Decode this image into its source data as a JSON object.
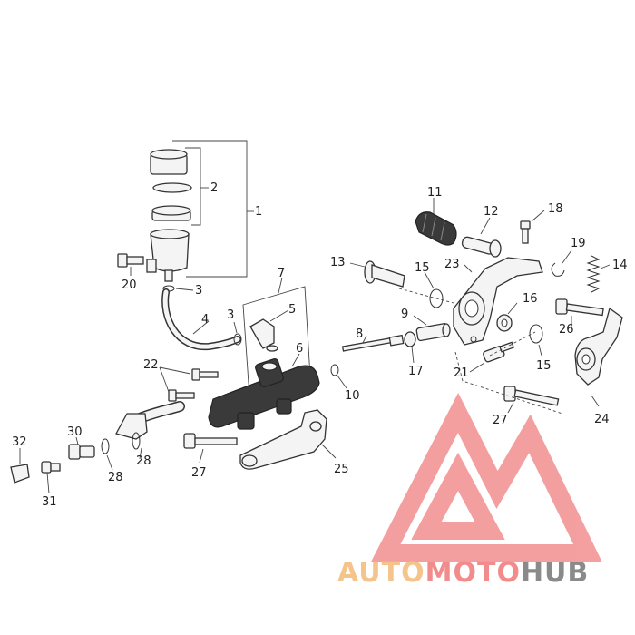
{
  "diagram": {
    "callouts": [
      {
        "id": "1",
        "text": "1"
      },
      {
        "id": "2",
        "text": "2"
      },
      {
        "id": "3a",
        "text": "3"
      },
      {
        "id": "3b",
        "text": "3"
      },
      {
        "id": "4",
        "text": "4"
      },
      {
        "id": "5",
        "text": "5"
      },
      {
        "id": "6",
        "text": "6"
      },
      {
        "id": "7",
        "text": "7"
      },
      {
        "id": "8",
        "text": "8"
      },
      {
        "id": "9",
        "text": "9"
      },
      {
        "id": "10",
        "text": "10"
      },
      {
        "id": "11",
        "text": "11"
      },
      {
        "id": "12",
        "text": "12"
      },
      {
        "id": "13",
        "text": "13"
      },
      {
        "id": "14",
        "text": "14"
      },
      {
        "id": "15a",
        "text": "15"
      },
      {
        "id": "15b",
        "text": "15"
      },
      {
        "id": "16",
        "text": "16"
      },
      {
        "id": "17",
        "text": "17"
      },
      {
        "id": "18",
        "text": "18"
      },
      {
        "id": "19",
        "text": "19"
      },
      {
        "id": "20",
        "text": "20"
      },
      {
        "id": "21",
        "text": "21"
      },
      {
        "id": "22",
        "text": "22"
      },
      {
        "id": "23",
        "text": "23"
      },
      {
        "id": "24",
        "text": "24"
      },
      {
        "id": "25",
        "text": "25"
      },
      {
        "id": "26",
        "text": "26"
      },
      {
        "id": "27a",
        "text": "27"
      },
      {
        "id": "27b",
        "text": "27"
      },
      {
        "id": "28a",
        "text": "28"
      },
      {
        "id": "28b",
        "text": "28"
      },
      {
        "id": "30",
        "text": "30"
      },
      {
        "id": "31",
        "text": "31"
      },
      {
        "id": "32",
        "text": "32"
      }
    ]
  },
  "watermark": {
    "brand_part1": "AUTO",
    "brand_part2": "MOTO",
    "brand_part3": "HUB",
    "colors": {
      "auto": "#f5c48a",
      "moto": "#f28c8c",
      "hub": "#8a8a8a",
      "logo": "#f08080"
    }
  }
}
